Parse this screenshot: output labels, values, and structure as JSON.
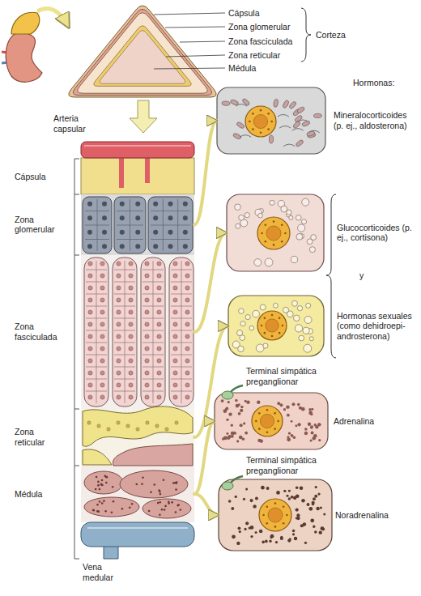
{
  "diagram": {
    "nodes": [
      {
        "text": [
          "Cápsula"
        ]
      },
      {
        "text": [
          "Zona glomerular"
        ]
      },
      {
        "text": [
          "Zona fasciculada"
        ]
      },
      {
        "text": [
          "Zona reticular"
        ]
      },
      {
        "text": [
          "Médula"
        ]
      },
      {
        "text": [
          "Mineralocorticoides (p. ej., aldosterona)"
        ]
      },
      {
        "text": [
          "Glucocorticoides (p. ej., cortisona)"
        ]
      },
      {
        "text": [
          "Hormonas sexuales (como dehidroepi- androsterona)"
        ]
      },
      {
        "text": [
          "Adrenalina"
        ]
      },
      {
        "text": [
          "Noradrenalina"
        ]
      }
    ],
    "edges": [
      {
        "from": 1,
        "to": 5,
        "arrow": "to"
      },
      {
        "from": 2,
        "to": 6,
        "arrow": "to"
      },
      {
        "from": 3,
        "to": 7,
        "arrow": "to"
      },
      {
        "from": 4,
        "to": 8,
        "arrow": "to"
      },
      {
        "from": 4,
        "to": 9,
        "arrow": "to"
      }
    ],
    "labels": [
      "Cápsula",
      "Zona glomerular",
      "Zona fasciculada",
      "Zona reticular",
      "Médula",
      "Corteza",
      "Hormonas:",
      "Arteria capsular",
      "y",
      "Terminal simpática preganglionar",
      "Terminal simpática preganglionar",
      "Vena medular"
    ]
  }
}
